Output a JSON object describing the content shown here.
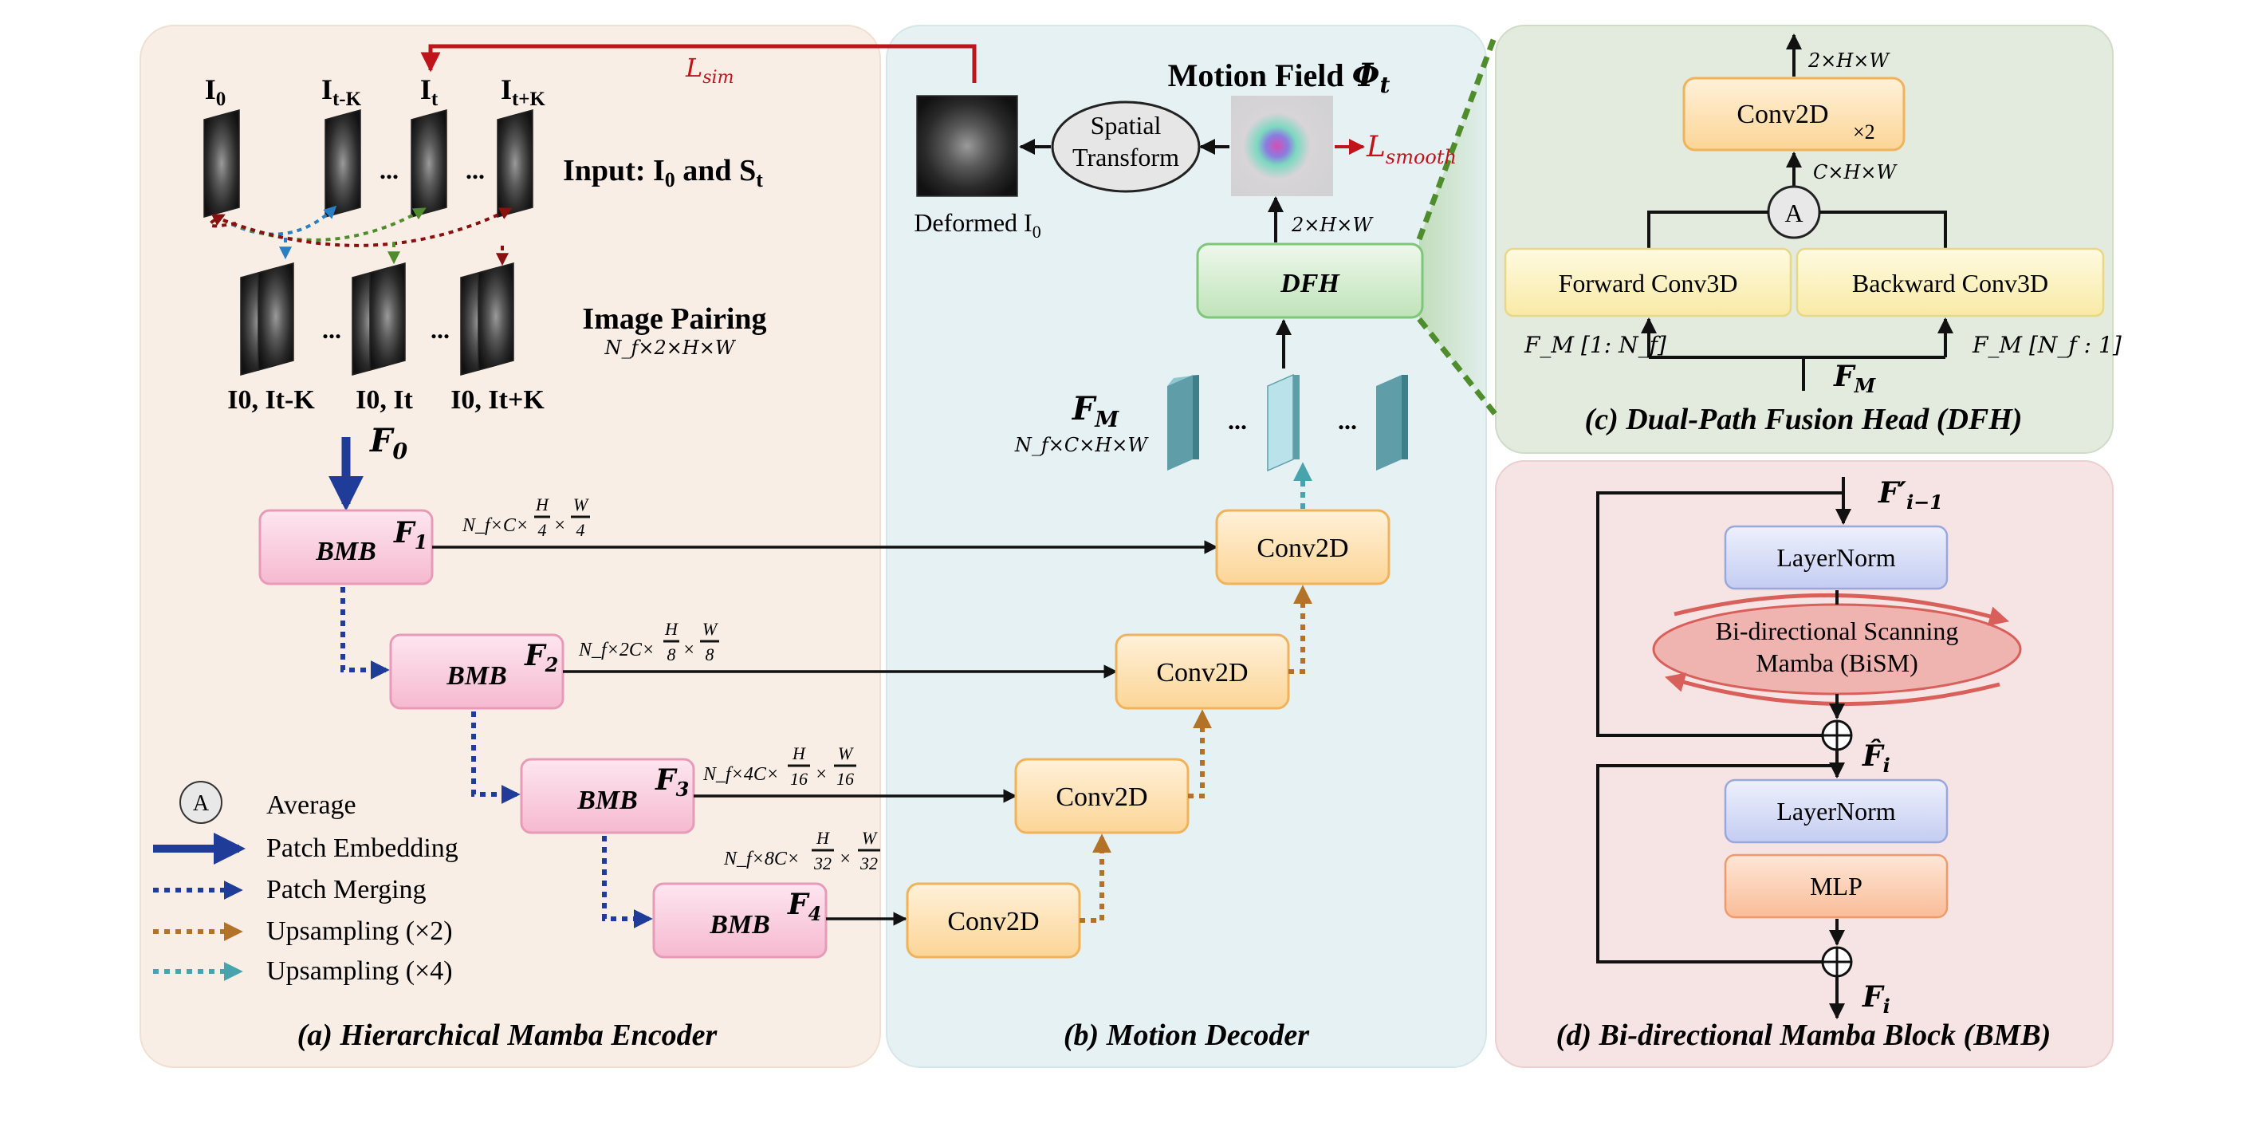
{
  "panels": {
    "a_caption": "(a) Hierarchical Mamba Encoder",
    "b_caption": "(b) Motion Decoder",
    "c_caption": "(c) Dual-Path Fusion Head (DFH)",
    "d_caption": "(d) Bi-directional Mamba Block (BMB)"
  },
  "encoder": {
    "frames": {
      "i0": "I",
      "i0_sub": "0",
      "itk": "I",
      "itk_sub": "t-K",
      "it": "I",
      "it_sub": "t",
      "itpk": "I",
      "itpk_sub": "t+K"
    },
    "ellipsis": "...",
    "input_label": "Input: I",
    "input_label_sub0": "0",
    "input_label_and": " and S",
    "input_label_subt": "t",
    "pairing_label": "Image Pairing",
    "pairing_dims": "N_f×2×H×W",
    "pair_labels": [
      "I0, It-K",
      "I0, It",
      "I0, It+K"
    ],
    "f0": "F",
    "f0_sub": "0",
    "lsim": "L",
    "lsim_sub": "sim",
    "bmb": "BMB",
    "stages": [
      {
        "feat": "F",
        "sub": "1",
        "dims_pre": "N_f×C×",
        "h_den": "4",
        "w_den": "4"
      },
      {
        "feat": "F",
        "sub": "2",
        "dims_pre": "N_f×2C×",
        "h_den": "8",
        "w_den": "8"
      },
      {
        "feat": "F",
        "sub": "3",
        "dims_pre": "N_f×4C×",
        "h_den": "16",
        "w_den": "16"
      },
      {
        "feat": "F",
        "sub": "4",
        "dims_pre": "N_f×8C×",
        "h_den": "32",
        "w_den": "32"
      }
    ],
    "legend": {
      "avg_symbol": "A",
      "average": "Average",
      "patch_embedding": "Patch Embedding",
      "patch_merging": "Patch Merging",
      "upsampling2": "Upsampling (×2)",
      "upsampling4": "Upsampling (×4)"
    }
  },
  "decoder": {
    "conv2d": "Conv2D",
    "fm": "F",
    "fm_sub": "M",
    "fm_dims": "N_f×C×H×W",
    "dfh": "DFH",
    "dfh_dims": "2×H×W",
    "spatial_transform": [
      "Spatial",
      "Transform"
    ],
    "deformed_label": "Deformed I",
    "deformed_sub": "0",
    "motion_field": "Motion Field ",
    "motion_symbol": "Φ",
    "motion_sub": "t",
    "lsmooth": "L",
    "lsmooth_sub": "smooth"
  },
  "dfh_panel": {
    "conv2d": "Conv2D",
    "times2": "×2",
    "out_dims": "2×H×W",
    "mid_dims": "C×H×W",
    "avg": "A",
    "forward": "Forward Conv3D",
    "backward": "Backward Conv3D",
    "fwd_input": "F_M [1: N_f]",
    "bwd_input": "F_M [N_f : 1]",
    "fm": "F",
    "fm_sub": "M"
  },
  "bmb_panel": {
    "in_feat": "F′",
    "in_sub": "i−1",
    "layernorm": "LayerNorm",
    "bism": [
      "Bi-directional Scanning",
      "Mamba (BiSM)"
    ],
    "mid_feat": "F̂",
    "mid_sub": "i",
    "mlp": "MLP",
    "out_feat": "F",
    "out_sub": "i"
  },
  "colors": {
    "panel_a": "#f8eee6",
    "panel_b": "#e6f1f3",
    "panel_c": "#e3ebdf",
    "panel_d": "#f6e3e3",
    "bmb_fill": "#f9c9da",
    "conv_fill": "#fde1b5",
    "conv_stroke": "#f0b35b",
    "dfh_fill": "#d4ecd0",
    "dfh_stroke": "#7ec77a",
    "ln_fill": "#d9def7",
    "ln_stroke": "#9aa7db",
    "mlp_fill": "#fcd2b8",
    "mlp_stroke": "#f09a6b",
    "fwdbwd_fill": "#fdf4c3",
    "fwdbwd_stroke": "#e8d787",
    "bism_fill": "#efb3b0",
    "bism_stroke": "#d9605a",
    "navy": "#1f3c99",
    "red": "#c0141c",
    "brown": "#b27328",
    "teal": "#48a3ad",
    "green_dash": "#4f8d2c",
    "tile_face": "#b9e2ea",
    "tile_side": "#5f9ea8"
  }
}
